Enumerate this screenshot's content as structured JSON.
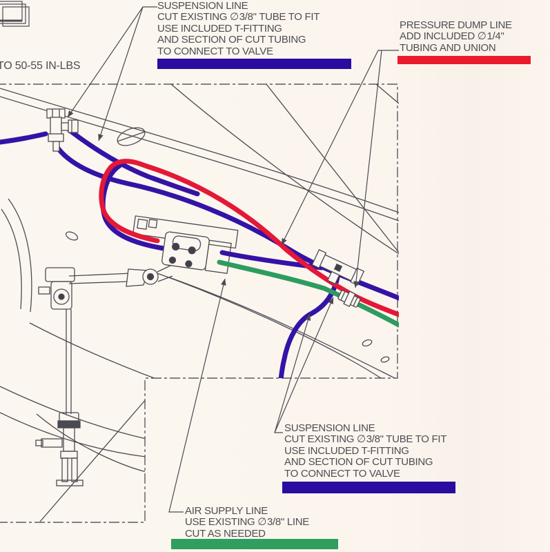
{
  "annotations": {
    "suspension_top": {
      "lines": [
        "SUSPENSION LINE",
        "CUT EXISTING ∅ 3/8\" TUBE TO FIT",
        "USE INCLUDED T-FITTING",
        "AND SECTION OF CUT TUBING",
        "TO CONNECT TO VALVE"
      ]
    },
    "pressure_dump": {
      "lines": [
        "PRESSURE DUMP LINE",
        "ADD INCLUDED ∅ 1/4\"",
        "TUBING AND UNION"
      ]
    },
    "suspension_mid": {
      "lines": [
        "SUSPENSION LINE",
        "CUT EXISTING ∅ 3/8\" TUBE TO FIT",
        "USE INCLUDED T-FITTING",
        "AND SECTION OF CUT TUBING",
        "TO CONNECT TO VALVE"
      ]
    },
    "air_supply": {
      "lines": [
        "AIR SUPPLY LINE",
        "USE EXISTING ∅ 3/8\" LINE",
        "CUT AS NEEDED"
      ]
    },
    "torque_note": "TO 50-55 IN-LBS"
  },
  "legend_colors": {
    "suspension_line_bar": "#2c0ca0",
    "pressure_dump_line_bar": "#ec1b2c",
    "air_supply_line_bar": "#2f9e5f"
  },
  "tube_colors": {
    "suspension": "#3413a6",
    "pressure_dump": "#e41837",
    "air_supply": "#2e9c5e"
  },
  "line_art_color": "#4a4a52"
}
